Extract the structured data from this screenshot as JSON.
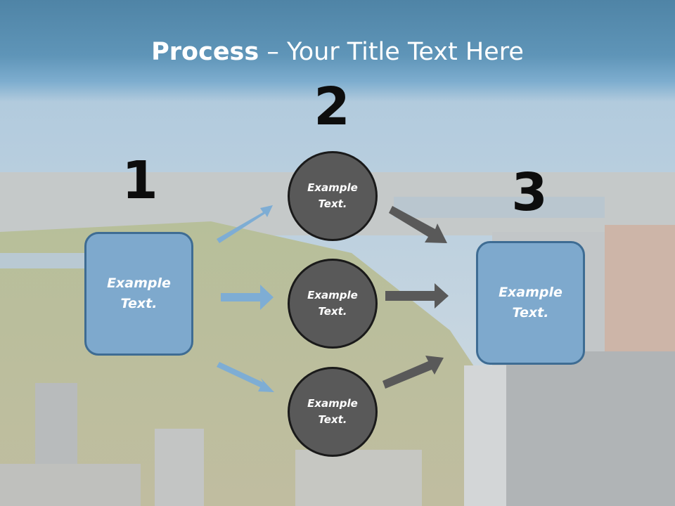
{
  "title": {
    "bold": "Process",
    "rest": " – Your Title Text Here"
  },
  "steps": {
    "n1": "1",
    "n2": "2",
    "n3": "3"
  },
  "left_box": {
    "line1": "Example",
    "line2": "Text."
  },
  "right_box": {
    "line1": "Example",
    "line2": "Text."
  },
  "circles": [
    {
      "line1": "Example",
      "line2": "Text."
    },
    {
      "line1": "Example",
      "line2": "Text."
    },
    {
      "line1": "Example",
      "line2": "Text."
    }
  ],
  "colors": {
    "box_fill": "#7ea9cd",
    "box_border": "#3e6c93",
    "circle_fill": "#595959",
    "arrow_blue": "#7eadd4",
    "arrow_gray": "#595959",
    "title_band": "#5f95b8"
  }
}
